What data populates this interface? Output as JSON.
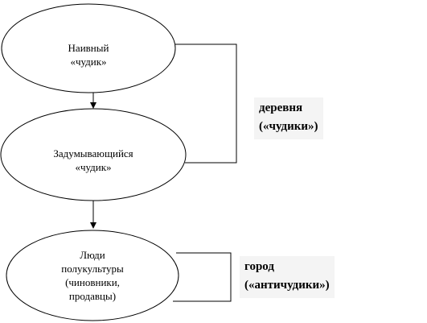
{
  "nodes": [
    {
      "lines": [
        "Наивный",
        "«чудик»"
      ]
    },
    {
      "lines": [
        "Задумывающийся",
        "«чудик»"
      ]
    },
    {
      "lines": [
        "Люди",
        "полукультуры",
        "(чиновники,",
        "продавцы)"
      ]
    }
  ],
  "groups": [
    {
      "lines": [
        "деревня",
        "(«чудики»)"
      ]
    },
    {
      "lines": [
        "город",
        "(«античудики»)"
      ]
    }
  ],
  "colors": {
    "stroke": "#000000",
    "background": "#ffffff",
    "label_background": "#f4f4f4"
  }
}
